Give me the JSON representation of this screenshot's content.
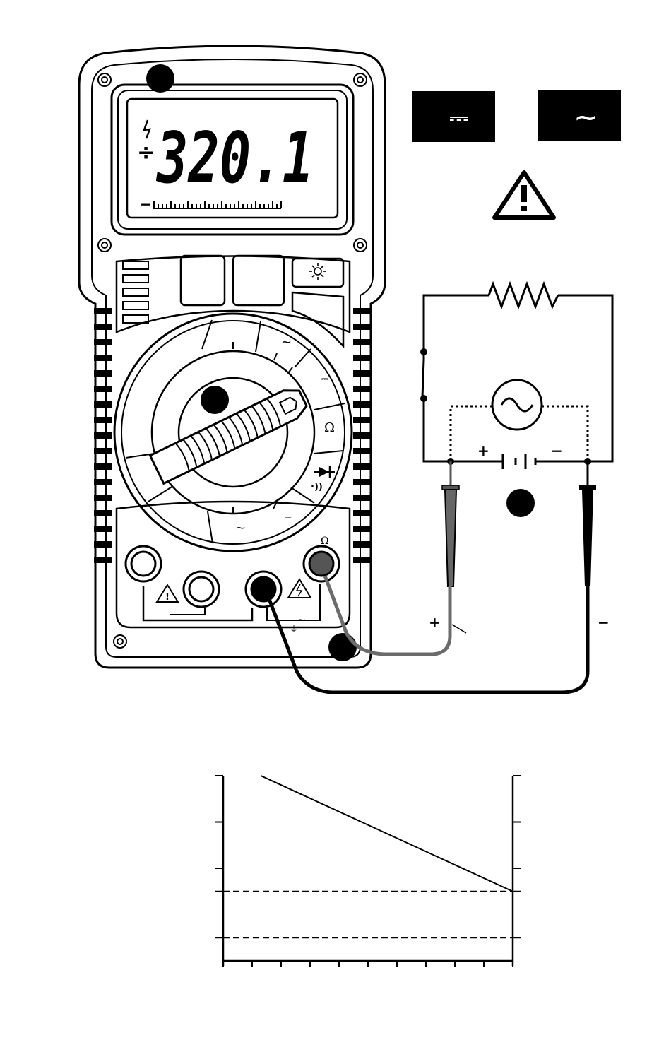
{
  "meter": {
    "display_reading": "320.1",
    "display_sign": "÷",
    "display_minus": "−",
    "dial_labels": {
      "ac_top": "~",
      "dc_top": "⎓",
      "ohm": "Ω",
      "continuity": "·))",
      "ac_bottom": "~",
      "dc_bottom": "⎓"
    },
    "terminal_label_ohm": "Ω",
    "terminal_label_com": "⏚",
    "terminal_label_acdc": "~"
  },
  "mode_badges": {
    "dc_symbol": "⎓",
    "ac_symbol": "~"
  },
  "circuit": {
    "plus_label": "+",
    "minus_label": "−",
    "lead_plus": "+",
    "lead_minus": "−"
  },
  "colors": {
    "ink": "#000000",
    "grey_lead": "#6b6b6b",
    "grey_probe": "#555555"
  },
  "chart_data": {
    "type": "line",
    "title": "",
    "xlabel": "",
    "ylabel": "",
    "x_ticks": 10,
    "y_ticks": 4,
    "series": [
      {
        "style": "solid",
        "x": [
          1.3,
          10
        ],
        "y": [
          4,
          1.5
        ]
      },
      {
        "style": "dashed",
        "x": [
          0,
          10
        ],
        "y": [
          1.5,
          1.5
        ]
      },
      {
        "style": "dashed",
        "x": [
          0,
          10
        ],
        "y": [
          0.5,
          0.5
        ]
      }
    ],
    "xlim": [
      0,
      10
    ],
    "ylim": [
      0,
      4
    ]
  }
}
